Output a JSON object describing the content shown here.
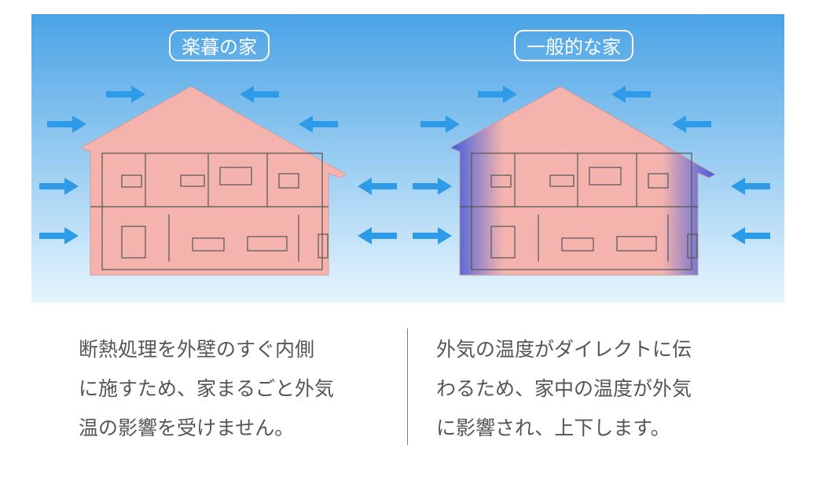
{
  "left": {
    "title": "楽暮の家",
    "lines": [
      "断熱処理を外壁のすぐ内側",
      "に施すため、家まるごと外気",
      "温の影響を受けません。"
    ]
  },
  "right": {
    "title": "一般的な家",
    "lines": [
      "外気の温度がダイレクトに伝",
      "わるため、家中の温度が外気",
      "に影響され、上下します。"
    ]
  },
  "colors": {
    "sky_top": "#4aa3e6",
    "sky_bottom": "#e6f5fd",
    "house_warm": "#f5b3ae",
    "cold": "#3b5be0",
    "arrow": "#2d9be8"
  }
}
